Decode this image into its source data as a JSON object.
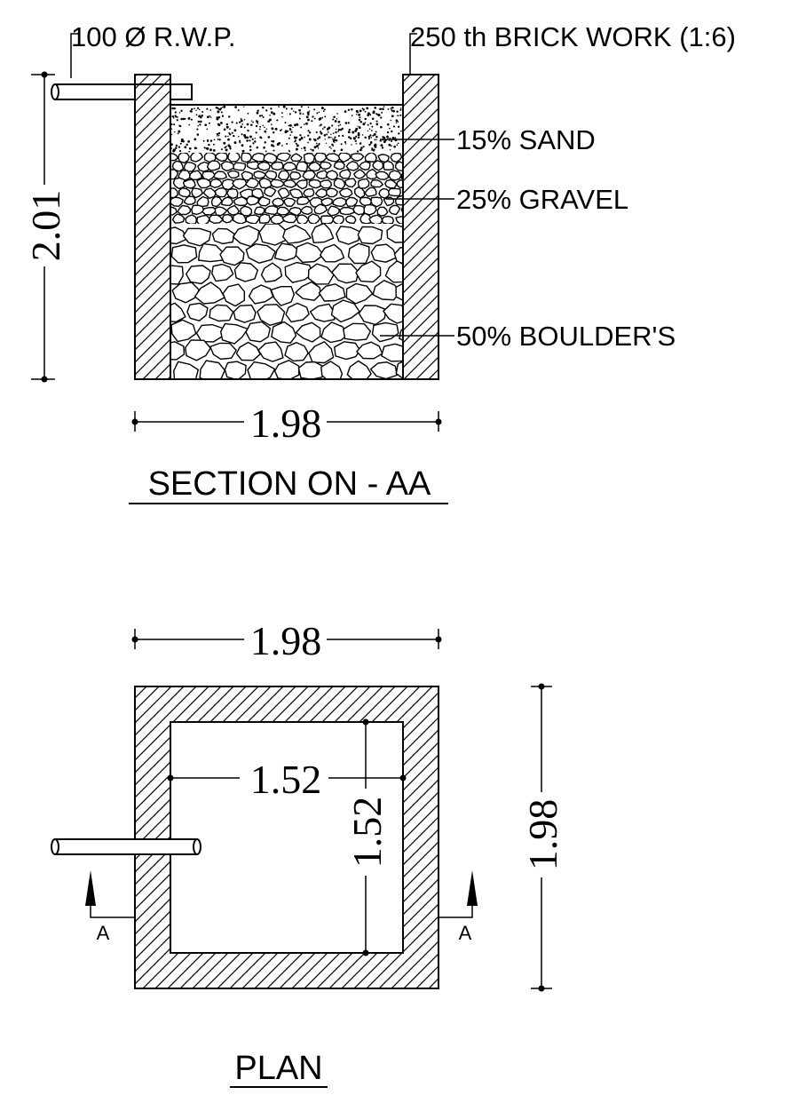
{
  "section": {
    "title": "SECTION ON - AA",
    "pipe_label": "100 Ø R.W.P.",
    "wall_label": "250 th BRICK WORK (1:6)",
    "layers": {
      "sand": "15% SAND",
      "gravel": "25% GRAVEL",
      "boulders": "50% BOULDER'S"
    },
    "height_dim": "2.01",
    "width_dim": "1.98"
  },
  "plan": {
    "title": "PLAN",
    "outer_width_dim": "1.98",
    "outer_height_dim": "1.98",
    "inner_width_dim": "1.52",
    "inner_height_dim": "1.52",
    "section_marker_left": "A",
    "section_marker_right": "A"
  },
  "colors": {
    "ink": "#000000",
    "paper": "#ffffff"
  }
}
